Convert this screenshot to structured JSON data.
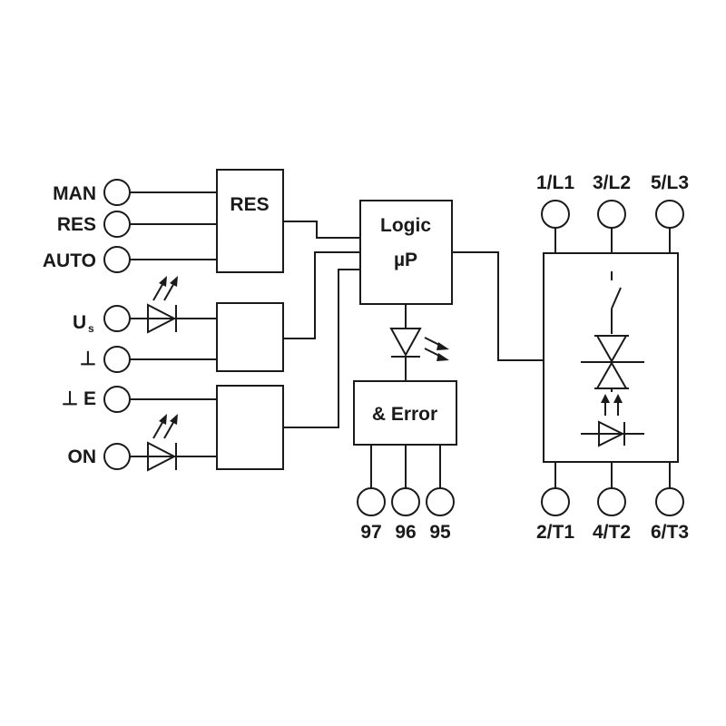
{
  "inputs": {
    "man": "MAN",
    "res": "RES",
    "auto": "AUTO",
    "us_main": "U",
    "us_sub": "s",
    "ground": "⊥",
    "ground_e": "⊥ E",
    "on": "ON"
  },
  "blocks": {
    "res": "RES",
    "logic_line1": "Logic",
    "logic_line2": "µP",
    "error": "& Error"
  },
  "relay_terminals": [
    "97",
    "96",
    "95"
  ],
  "power_inputs": [
    "1/L1",
    "3/L2",
    "5/L3"
  ],
  "power_outputs": [
    "2/T1",
    "4/T2",
    "6/T3"
  ]
}
